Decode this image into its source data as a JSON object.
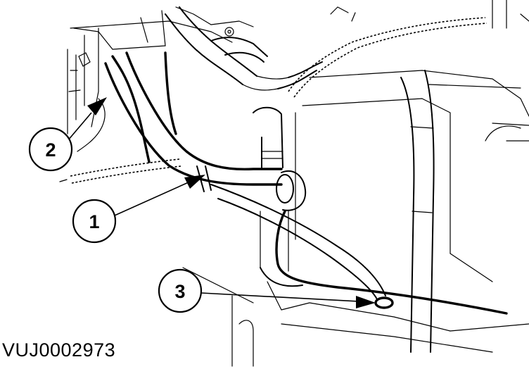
{
  "figure_id": "VUJ0002973",
  "callouts": [
    {
      "number": "1"
    },
    {
      "number": "2"
    },
    {
      "number": "3"
    }
  ]
}
